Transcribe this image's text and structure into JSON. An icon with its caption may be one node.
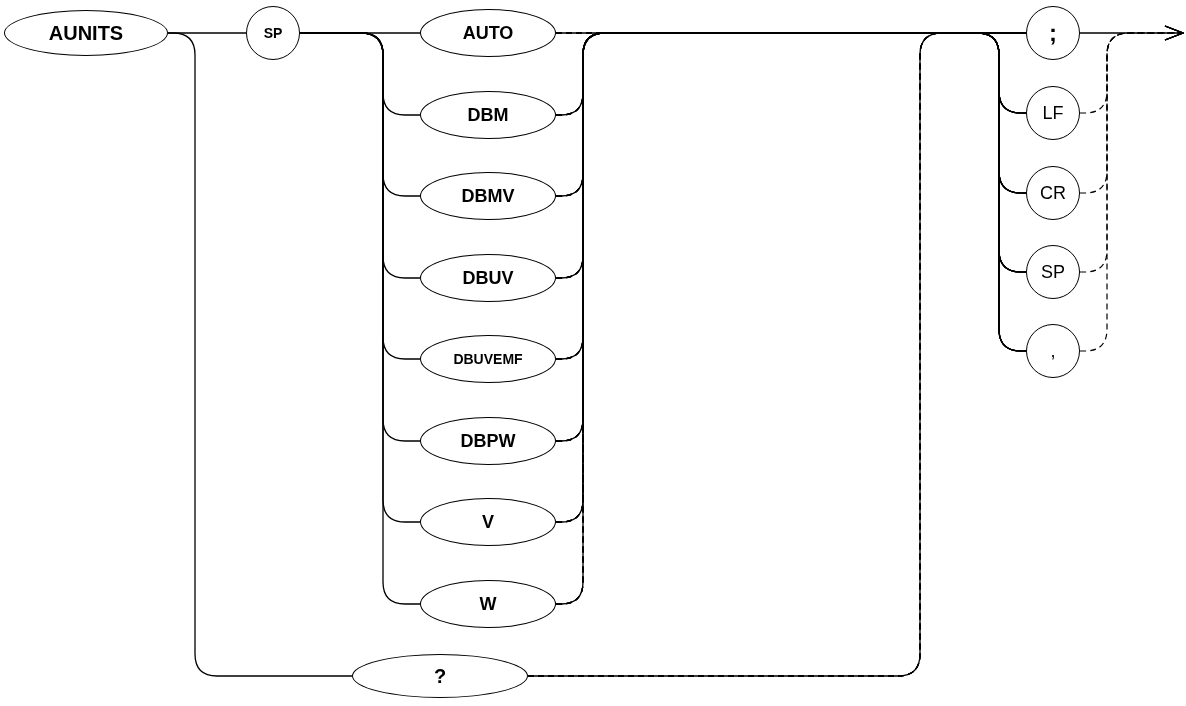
{
  "diagram": {
    "nodes": [
      {
        "text": [
          "AUNITS"
        ]
      },
      {
        "text": [
          "SP"
        ]
      },
      {
        "text": [
          "AUTO"
        ]
      },
      {
        "text": [
          "DBM"
        ]
      },
      {
        "text": [
          "DBMV"
        ]
      },
      {
        "text": [
          "DBUV"
        ]
      },
      {
        "text": [
          "DBUVEMF"
        ]
      },
      {
        "text": [
          "DBPW"
        ]
      },
      {
        "text": [
          "V"
        ]
      },
      {
        "text": [
          "W"
        ]
      },
      {
        "text": [
          "?"
        ]
      },
      {
        "text": [
          ";"
        ]
      },
      {
        "text": [
          "LF"
        ]
      },
      {
        "text": [
          "CR"
        ]
      },
      {
        "text": [
          "SP"
        ]
      },
      {
        "text": [
          ","
        ]
      }
    ],
    "edges": [
      {
        "from": 0,
        "to": 1,
        "arrow": "none"
      },
      {
        "from": 0,
        "to": 10,
        "arrow": "none"
      },
      {
        "from": 1,
        "to": 2,
        "arrow": "none"
      },
      {
        "from": 1,
        "to": 3,
        "arrow": "none"
      },
      {
        "from": 1,
        "to": 4,
        "arrow": "none"
      },
      {
        "from": 1,
        "to": 5,
        "arrow": "none"
      },
      {
        "from": 1,
        "to": 6,
        "arrow": "none"
      },
      {
        "from": 1,
        "to": 7,
        "arrow": "none"
      },
      {
        "from": 1,
        "to": 8,
        "arrow": "none"
      },
      {
        "from": 1,
        "to": 9,
        "arrow": "none"
      },
      {
        "from": 2,
        "to": 11,
        "arrow": "none"
      },
      {
        "from": 2,
        "to": 12,
        "arrow": "none",
        "style": "dashed"
      },
      {
        "from": 2,
        "to": 13,
        "arrow": "none",
        "style": "dashed"
      },
      {
        "from": 2,
        "to": 14,
        "arrow": "none",
        "style": "dashed"
      },
      {
        "from": 2,
        "to": 15,
        "arrow": "none",
        "style": "dashed"
      },
      {
        "from": 3,
        "to": 11,
        "arrow": "none"
      },
      {
        "from": 3,
        "to": 12,
        "arrow": "none",
        "style": "dashed"
      },
      {
        "from": 3,
        "to": 13,
        "arrow": "none",
        "style": "dashed"
      },
      {
        "from": 3,
        "to": 14,
        "arrow": "none",
        "style": "dashed"
      },
      {
        "from": 3,
        "to": 15,
        "arrow": "none",
        "style": "dashed"
      },
      {
        "from": 4,
        "to": 11,
        "arrow": "none"
      },
      {
        "from": 4,
        "to": 12,
        "arrow": "none",
        "style": "dashed"
      },
      {
        "from": 4,
        "to": 13,
        "arrow": "none",
        "style": "dashed"
      },
      {
        "from": 4,
        "to": 14,
        "arrow": "none",
        "style": "dashed"
      },
      {
        "from": 4,
        "to": 15,
        "arrow": "none",
        "style": "dashed"
      },
      {
        "from": 5,
        "to": 11,
        "arrow": "none"
      },
      {
        "from": 5,
        "to": 12,
        "arrow": "none",
        "style": "dashed"
      },
      {
        "from": 5,
        "to": 13,
        "arrow": "none",
        "style": "dashed"
      },
      {
        "from": 5,
        "to": 14,
        "arrow": "none",
        "style": "dashed"
      },
      {
        "from": 5,
        "to": 15,
        "arrow": "none",
        "style": "dashed"
      },
      {
        "from": 6,
        "to": 11,
        "arrow": "none"
      },
      {
        "from": 6,
        "to": 12,
        "arrow": "none",
        "style": "dashed"
      },
      {
        "from": 6,
        "to": 13,
        "arrow": "none",
        "style": "dashed"
      },
      {
        "from": 6,
        "to": 14,
        "arrow": "none",
        "style": "dashed"
      },
      {
        "from": 6,
        "to": 15,
        "arrow": "none",
        "style": "dashed"
      },
      {
        "from": 7,
        "to": 11,
        "arrow": "none"
      },
      {
        "from": 7,
        "to": 12,
        "arrow": "none",
        "style": "dashed"
      },
      {
        "from": 7,
        "to": 13,
        "arrow": "none",
        "style": "dashed"
      },
      {
        "from": 7,
        "to": 14,
        "arrow": "none",
        "style": "dashed"
      },
      {
        "from": 7,
        "to": 15,
        "arrow": "none",
        "style": "dashed"
      },
      {
        "from": 8,
        "to": 11,
        "arrow": "none"
      },
      {
        "from": 8,
        "to": 12,
        "arrow": "none",
        "style": "dashed"
      },
      {
        "from": 8,
        "to": 13,
        "arrow": "none",
        "style": "dashed"
      },
      {
        "from": 8,
        "to": 14,
        "arrow": "none",
        "style": "dashed"
      },
      {
        "from": 8,
        "to": 15,
        "arrow": "none",
        "style": "dashed"
      },
      {
        "from": 9,
        "to": 11,
        "arrow": "none"
      },
      {
        "from": 9,
        "to": 12,
        "arrow": "none",
        "style": "dashed"
      },
      {
        "from": 9,
        "to": 13,
        "arrow": "none",
        "style": "dashed"
      },
      {
        "from": 9,
        "to": 14,
        "arrow": "none",
        "style": "dashed"
      },
      {
        "from": 9,
        "to": 15,
        "arrow": "none",
        "style": "dashed"
      },
      {
        "from": 10,
        "to": 11,
        "arrow": "none"
      },
      {
        "from": 10,
        "to": 12,
        "arrow": "none",
        "style": "dashed"
      },
      {
        "from": 10,
        "to": 13,
        "arrow": "none",
        "style": "dashed"
      },
      {
        "from": 10,
        "to": 14,
        "arrow": "none",
        "style": "dashed"
      },
      {
        "from": 10,
        "to": 15,
        "arrow": "none",
        "style": "dashed"
      },
      {
        "from": 11,
        "to": null,
        "arrow": "to"
      },
      {
        "from": 12,
        "to": null,
        "arrow": "to",
        "style": "dashed"
      },
      {
        "from": 13,
        "to": null,
        "arrow": "to",
        "style": "dashed"
      },
      {
        "from": 14,
        "to": null,
        "arrow": "to",
        "style": "dashed"
      },
      {
        "from": 15,
        "to": null,
        "arrow": "to",
        "style": "dashed"
      }
    ]
  }
}
